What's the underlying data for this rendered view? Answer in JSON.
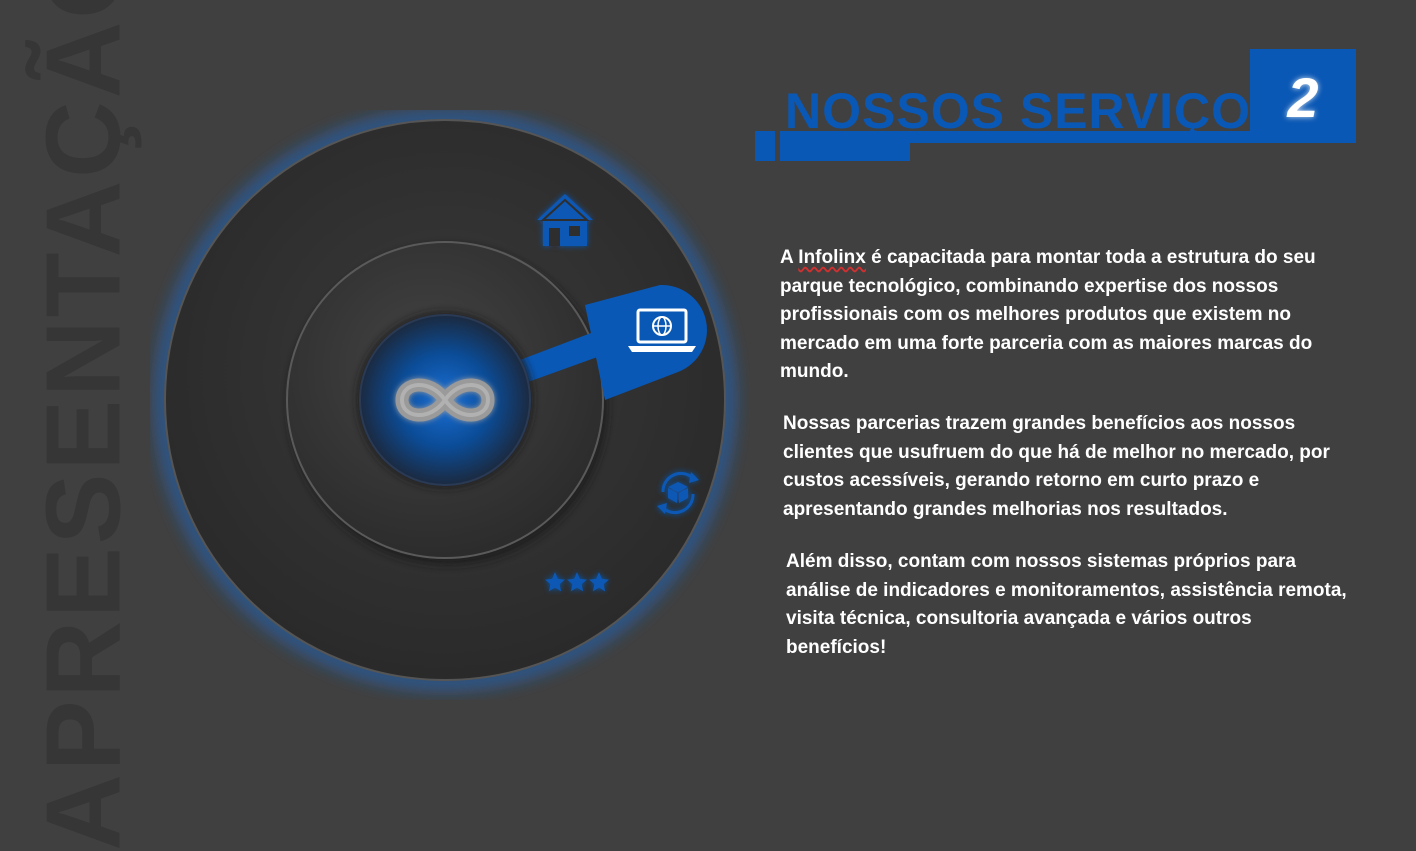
{
  "watermark": "APRESENTAÇÃO",
  "header": {
    "title": "NOSSOS SERVIÇOS",
    "number": "2"
  },
  "paragraphs": {
    "p1_prefix": "A ",
    "p1_brand": "Infolinx",
    "p1_rest": " é capacitada para montar toda a estrutura do seu parque tecnológico, combinando expertise dos nossos profissionais com os melhores produtos que existem no mercado em uma forte parceria com as maiores marcas do mundo.",
    "p2": "Nossas parcerias trazem grandes benefícios aos nossos clientes que usufruem do que há de melhor no mercado, por custos acessíveis, gerando retorno em curto prazo e apresentando grandes melhorias nos resultados.",
    "p3": "Além disso, contam com nossos sistemas próprios para análise de indicadores e monitoramentos, assistência remota, visita técnica, consultoria avançada e vários outros benefícios!"
  },
  "icons": {
    "center": "infinity-icon",
    "home": "house-icon",
    "laptop": "laptop-globe-icon",
    "cycle": "cube-cycle-icon",
    "rating": "three-stars-icon"
  },
  "colors": {
    "background": "#404040",
    "accent": "#0a58b5",
    "glow": "#1e6fd9",
    "text": "#ffffff"
  }
}
